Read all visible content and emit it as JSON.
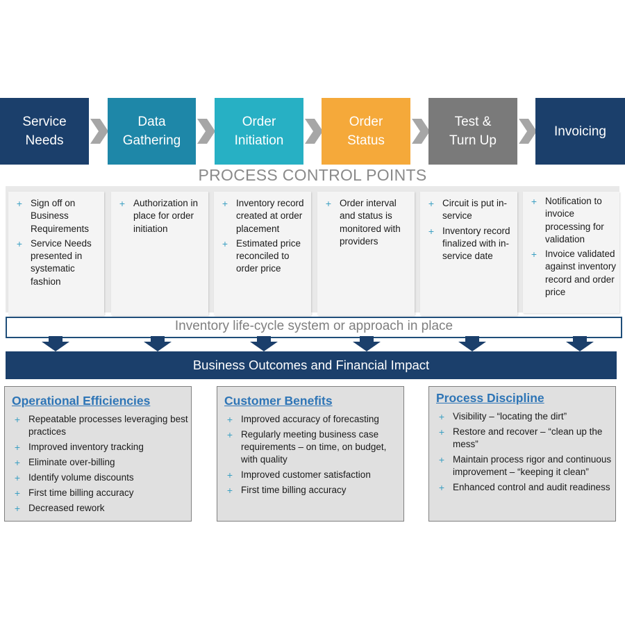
{
  "steps": [
    {
      "label": "Service\nNeeds",
      "color": "#1b3f6b"
    },
    {
      "label": "Data\nGathering",
      "color": "#1e87a8"
    },
    {
      "label": "Order\nInitiation",
      "color": "#27b0c4"
    },
    {
      "label": "Order\nStatus",
      "color": "#f5a93a"
    },
    {
      "label": "Test &\nTurn Up",
      "color": "#7a7a7a"
    },
    {
      "label": "Invoicing",
      "color": "#1b3f6b"
    }
  ],
  "process_control_title": "PROCESS CONTROL POINTS",
  "control_points": [
    {
      "items": [
        "Sign off on Business Requirements",
        "Service Needs presented in systematic fashion"
      ]
    },
    {
      "items": [
        "Authorization in place for order initiation"
      ]
    },
    {
      "items": [
        "Inventory record created at order placement",
        "Estimated price reconciled to order price"
      ]
    },
    {
      "items": [
        "Order interval and status is monitored with providers"
      ]
    },
    {
      "items": [
        "Circuit is put in-service",
        "Inventory record finalized with in-service date"
      ]
    },
    {
      "items": [
        "Notification to invoice processing for validation",
        "Invoice validated against inventory record and order price"
      ]
    }
  ],
  "inventory_bar": "Inventory life-cycle system or approach in place",
  "outcomes_bar": "Business Outcomes and Financial Impact",
  "boxes": [
    {
      "title": "Operational Efficiencies",
      "items": [
        "Repeatable processes leveraging best practices",
        "Improved inventory tracking",
        "Eliminate over-billing",
        "Identify volume discounts",
        "First time billing accuracy",
        "Decreased rework"
      ]
    },
    {
      "title": "Customer Benefits",
      "items": [
        "Improved accuracy of forecasting",
        "Regularly meeting business case requirements – on time, on budget, with quality",
        "Improved customer satisfaction",
        "First time billing accuracy"
      ]
    },
    {
      "title": "Process Discipline",
      "items": [
        "Visibility – “locating the dirt”",
        "Restore and recover – “clean up the mess”",
        "Maintain process rigor and continuous improvement – “keeping it clean”",
        "Enhanced control and audit readiness"
      ]
    }
  ],
  "bullet_symbol": "+",
  "colors": {
    "navy": "#1b3f6b",
    "accent_blue": "#2e75b6",
    "plus_blue": "#3a9fc2",
    "chevron_gray": "#a6a6a6"
  }
}
